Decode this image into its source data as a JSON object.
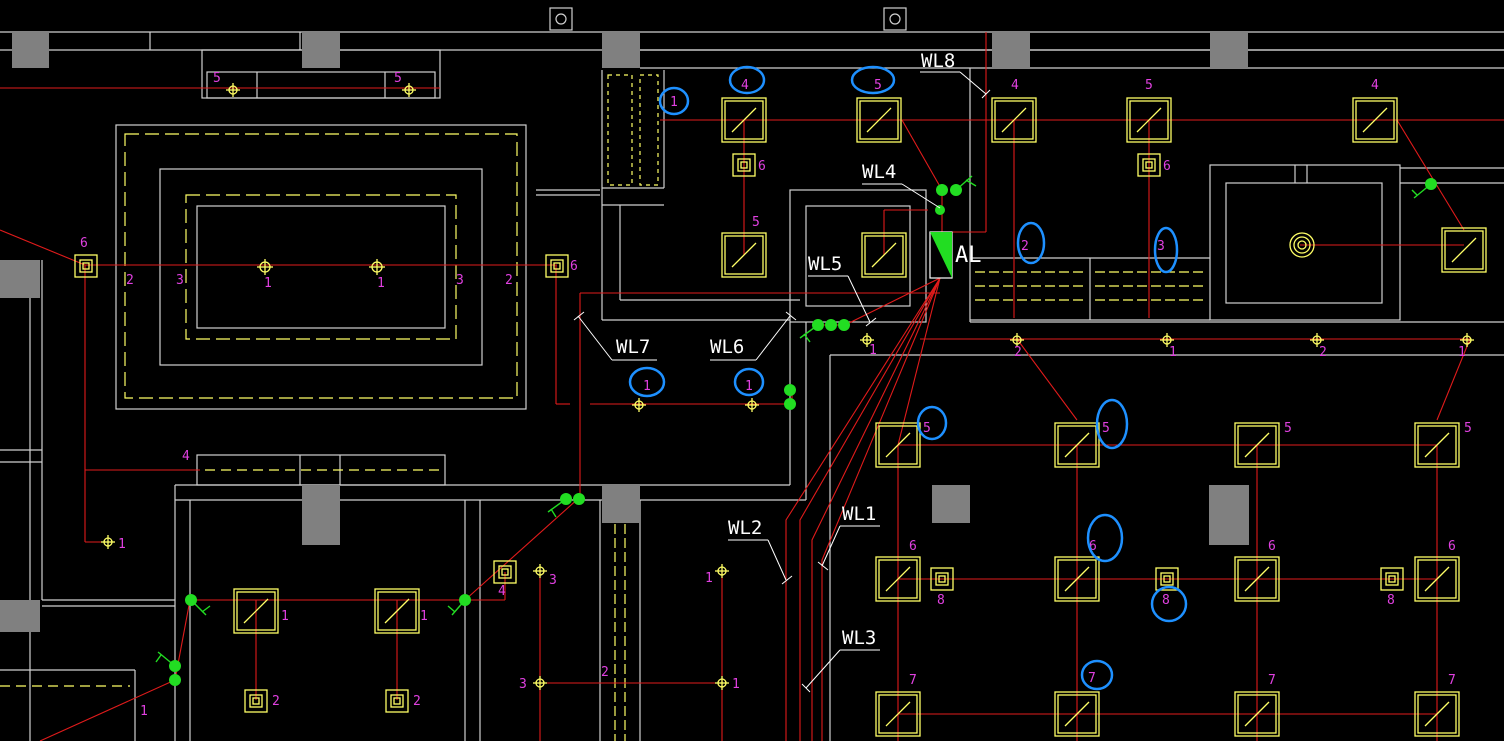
{
  "colors": {
    "background": "#000000",
    "wall": "#d0d0d0",
    "fixture": "#ffff66",
    "wire": "#e01b1b",
    "circuit_number": "#e040e0",
    "annotation_circle": "#1e90ff",
    "switch": "#22dd22",
    "column": "#808080"
  },
  "labels": {
    "wl8": "WL8",
    "wl4": "WL4",
    "wl5": "WL5",
    "wl7": "WL7",
    "wl6": "WL6",
    "wl1": "WL1",
    "wl2": "WL2",
    "wl3": "WL3",
    "panel": "AL"
  },
  "numbers": {
    "n1": "1",
    "n2": "2",
    "n3": "3",
    "n4": "4",
    "n5": "5",
    "n6": "6",
    "n7": "7",
    "n8": "8"
  }
}
